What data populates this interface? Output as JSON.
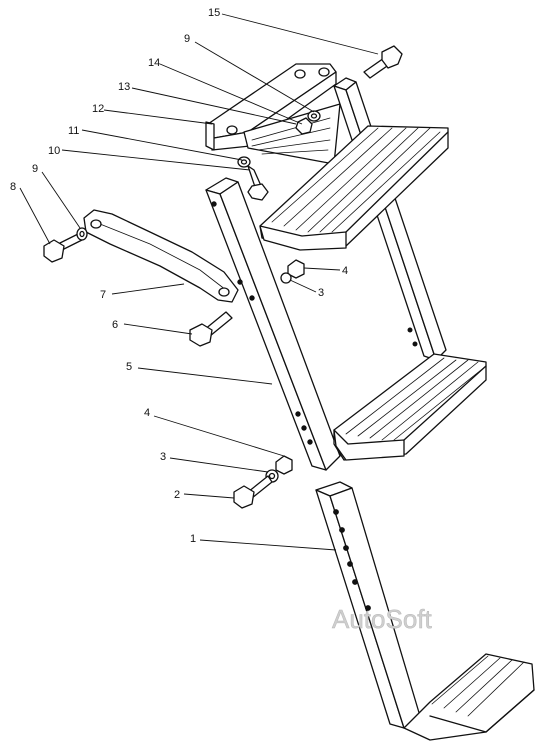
{
  "watermark": "AutoSoft",
  "labels": [
    {
      "id": "15",
      "text": "15"
    },
    {
      "id": "9a",
      "text": "9"
    },
    {
      "id": "14",
      "text": "14"
    },
    {
      "id": "13",
      "text": "13"
    },
    {
      "id": "12",
      "text": "12"
    },
    {
      "id": "11",
      "text": "11"
    },
    {
      "id": "10",
      "text": "10"
    },
    {
      "id": "9b",
      "text": "9"
    },
    {
      "id": "8",
      "text": "8"
    },
    {
      "id": "4a",
      "text": "4"
    },
    {
      "id": "3a",
      "text": "3"
    },
    {
      "id": "7",
      "text": "7"
    },
    {
      "id": "6",
      "text": "6"
    },
    {
      "id": "5",
      "text": "5"
    },
    {
      "id": "4b",
      "text": "4"
    },
    {
      "id": "3b",
      "text": "3"
    },
    {
      "id": "2",
      "text": "2"
    },
    {
      "id": "1",
      "text": "1"
    }
  ]
}
